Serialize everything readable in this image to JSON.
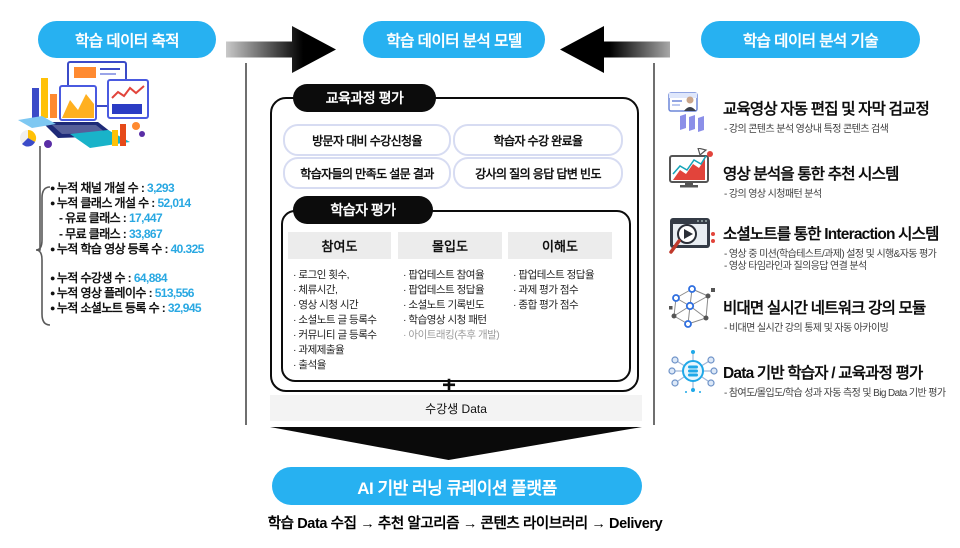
{
  "header": {
    "left_pill": "학습 데이터 축적",
    "center_pill": "학습 데이터 분석 모델",
    "right_pill": "학습 데이터 분석 기술"
  },
  "colors": {
    "accent_cyan": "#27b1f1",
    "number_blue": "#29a8e2",
    "pill_black": "#0c0c0c"
  },
  "left_stats": {
    "items": [
      {
        "bullet": "●",
        "label": "누적 채널 개설 수 : ",
        "value": "3,293"
      },
      {
        "bullet": "●",
        "label": "누적 클래스 개설 수 : ",
        "value": "52,014"
      },
      {
        "bullet": "-",
        "label": "유료 클래스 : ",
        "value": "17,447"
      },
      {
        "bullet": "-",
        "label": "무료 클래스 : ",
        "value": "33,867"
      },
      {
        "bullet": "●",
        "label": "누적 학습 영상 등록 수 : ",
        "value": "40.325"
      },
      {
        "bullet": "●",
        "label": "누적 수강생 수 : ",
        "value": "64,884"
      },
      {
        "bullet": "●",
        "label": "누적 영상 플레이수 : ",
        "value": "513,556"
      },
      {
        "bullet": "●",
        "label": "누적 소셜노트 등록 수 : ",
        "value": "32,945"
      }
    ]
  },
  "model_panel": {
    "course_eval": {
      "title": "교육과정 평가",
      "boxes": [
        "방문자 대비 수강신청율",
        "학습자 수강 완료율",
        "학습자들의 만족도 설문 결과",
        "강사의 질의 응답 답변 빈도"
      ]
    },
    "learner_eval": {
      "title": "학습자 평가",
      "columns": [
        {
          "header": "참여도",
          "items": [
            "로그인 횟수,",
            "체류시간,",
            "영상 시청 시간",
            "소셜노트 글 등록수",
            "커뮤니티 글 등록수",
            "과제제출율",
            "출석율"
          ]
        },
        {
          "header": "몰입도",
          "items": [
            "팝업테스트 참여율",
            "팝업테스트 정답율",
            "소셜노트 기록빈도",
            "학습영상 시청 패턴",
            "아이트래킹(추후 개발)"
          ]
        },
        {
          "header": "이해도",
          "items": [
            "팝업테스트 정답율",
            "과제 평가 점수",
            "종합 평가 점수"
          ]
        }
      ]
    },
    "plus": "+",
    "student_data_bar": "수강생 Data"
  },
  "bottom": {
    "platform_pill": "AI 기반 러닝 큐레이션 플랫폼",
    "flow_text": "학습 Data 수집 → 추천 알고리즘 → 콘텐츠 라이브러리 → Delivery"
  },
  "tech_list": {
    "items": [
      {
        "icon": "video-edit-icon",
        "title": "교육영상 자동 편집 및 자막 검교정",
        "subs": [
          "- 강의 콘텐츠 분석 영상내 특정 콘텐츠 검색"
        ]
      },
      {
        "icon": "chart-monitor-icon",
        "title": "영상 분석을 통한 추천 시스템",
        "subs": [
          "- 강의 영상 시청패턴 분석"
        ]
      },
      {
        "icon": "play-search-icon",
        "title": "소셜노트를 통한 Interaction 시스템",
        "subs": [
          "- 영상 중 미션(학습테스트/과제) 설정 및 시행&자동 평가",
          "- 영상 타임라인과 질의응답 연결 분석"
        ]
      },
      {
        "icon": "network-icon",
        "title": "비대면 실시간 네트워크 강의 모듈",
        "subs": [
          "- 비대면 실시간 강의 통제 및 자동 아카이빙"
        ]
      },
      {
        "icon": "data-network-icon",
        "title": "Data 기반 학습자 / 교육과정 평가",
        "subs": [
          "- 참여도/몰입도/학습 성과 자동 측정 및 Big Data 기반 평가"
        ]
      }
    ]
  }
}
